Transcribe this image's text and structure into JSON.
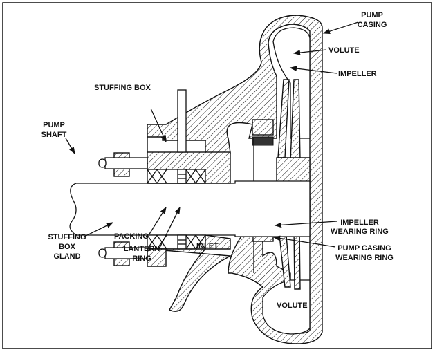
{
  "diagram": {
    "labels": {
      "pump_casing": [
        "PUMP",
        "CASING"
      ],
      "volute_top": "VOLUTE",
      "impeller": "IMPELLER",
      "stuffing_box": "STUFFING BOX",
      "pump_shaft": [
        "PUMP",
        "SHAFT"
      ],
      "stuffing_box_gland": [
        "STUFFING",
        "BOX",
        "GLAND"
      ],
      "packing": "PACKING",
      "lantern_ring": [
        "LANTERN",
        "RING"
      ],
      "inlet": "INLET",
      "impeller_wearing_ring": [
        "IMPELLER",
        "WEARING RING"
      ],
      "pump_casing_wearing_ring": [
        "PUMP CASING",
        "WEARING RING"
      ],
      "volute_bottom": "VOLUTE"
    },
    "colors": {
      "line": "#111111",
      "background": "#ffffff"
    }
  }
}
